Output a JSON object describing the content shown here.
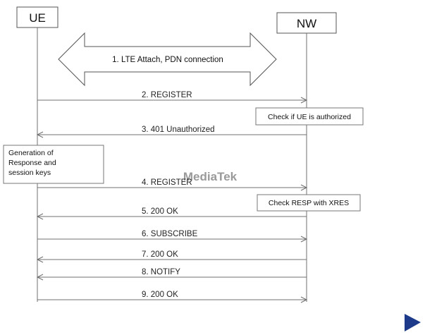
{
  "diagram": {
    "entities": {
      "ue": "UE",
      "nw": "NW"
    },
    "attach_label": "1. LTE Attach, PDN connection",
    "messages": [
      {
        "label": "2. REGISTER",
        "dir": "right"
      },
      {
        "label": "3. 401  Unauthorized",
        "dir": "left"
      },
      {
        "label": "4. REGISTER",
        "dir": "right"
      },
      {
        "label": "5. 200  OK",
        "dir": "left"
      },
      {
        "label": "6. SUBSCRIBE",
        "dir": "right"
      },
      {
        "label": "7. 200  OK",
        "dir": "left"
      },
      {
        "label": "8. NOTIFY",
        "dir": "left"
      },
      {
        "label": "9. 200  OK",
        "dir": "right"
      }
    ],
    "notes": {
      "check_authorized": "Check if UE is authorized",
      "generation_lines": [
        "Generation of",
        "Response and",
        "session keys"
      ],
      "check_resp": "Check RESP with XRES"
    },
    "watermark": "MediaTek",
    "colors": {
      "line": "#707070",
      "watermark": "#999999",
      "play_icon": "#1d3a8a"
    },
    "icons": {
      "corner": "play-icon"
    }
  }
}
